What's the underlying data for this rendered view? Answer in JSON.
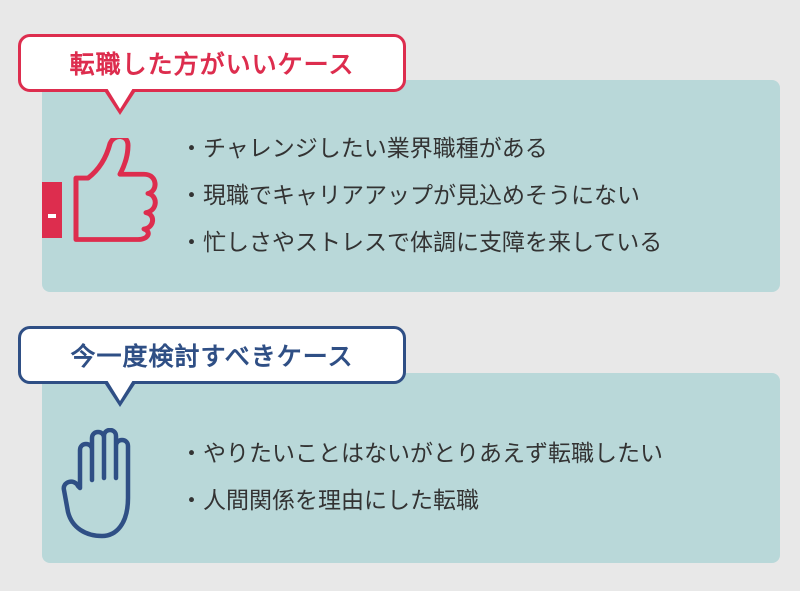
{
  "colors": {
    "positive_accent": "#dd2d4e",
    "neutral_accent": "#2f4f85",
    "panel_background": "#b9d8d9"
  },
  "sections": [
    {
      "title": "転職した方がいいケース",
      "icon": "thumbs-up-icon",
      "items": [
        "チャレンジしたい業界職種がある",
        "現職でキャリアアップが見込めそうにない",
        "忙しさやストレスで体調に支障を来している"
      ]
    },
    {
      "title": "今一度検討すべきケース",
      "icon": "raised-hand-icon",
      "items": [
        "やりたいことはないがとりあえず転職したい",
        "人間関係を理由にした転職"
      ]
    }
  ]
}
